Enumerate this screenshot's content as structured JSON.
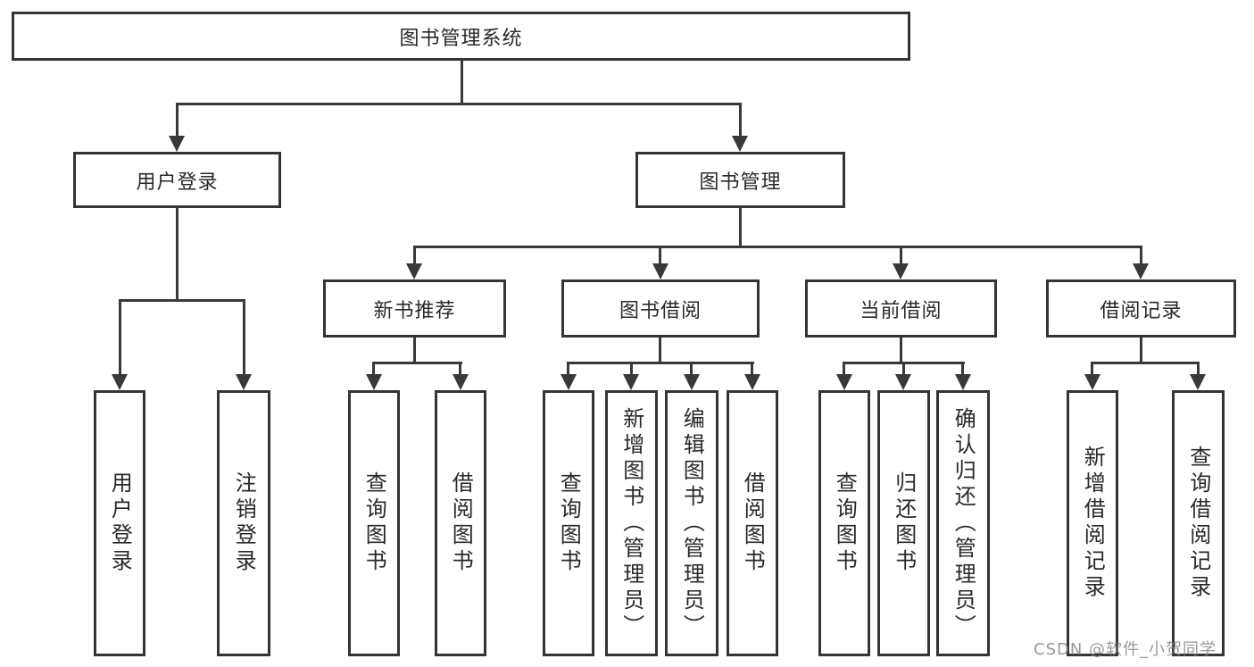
{
  "diagram": {
    "root": "图书管理系统",
    "user_login": {
      "label": "用户登录",
      "children": [
        "用户登录",
        "注销登录"
      ]
    },
    "book_management": {
      "label": "图书管理",
      "sections": [
        {
          "label": "新书推荐",
          "children": [
            "查询图书",
            "借阅图书"
          ]
        },
        {
          "label": "图书借阅",
          "children": [
            "查询图书",
            "新增图书（管理员）",
            "编辑图书（管理员）",
            "借阅图书"
          ]
        },
        {
          "label": "当前借阅",
          "children": [
            "查询图书",
            "归还图书",
            "确认归还（管理员）"
          ]
        },
        {
          "label": "借阅记录",
          "children": [
            "新增借阅记录",
            "查询借阅记录"
          ]
        }
      ]
    },
    "colors": {
      "line": "#38393b",
      "text": "#28292b",
      "background": "#ffffff"
    }
  },
  "watermark": "CSDN @软件_小贺同学"
}
